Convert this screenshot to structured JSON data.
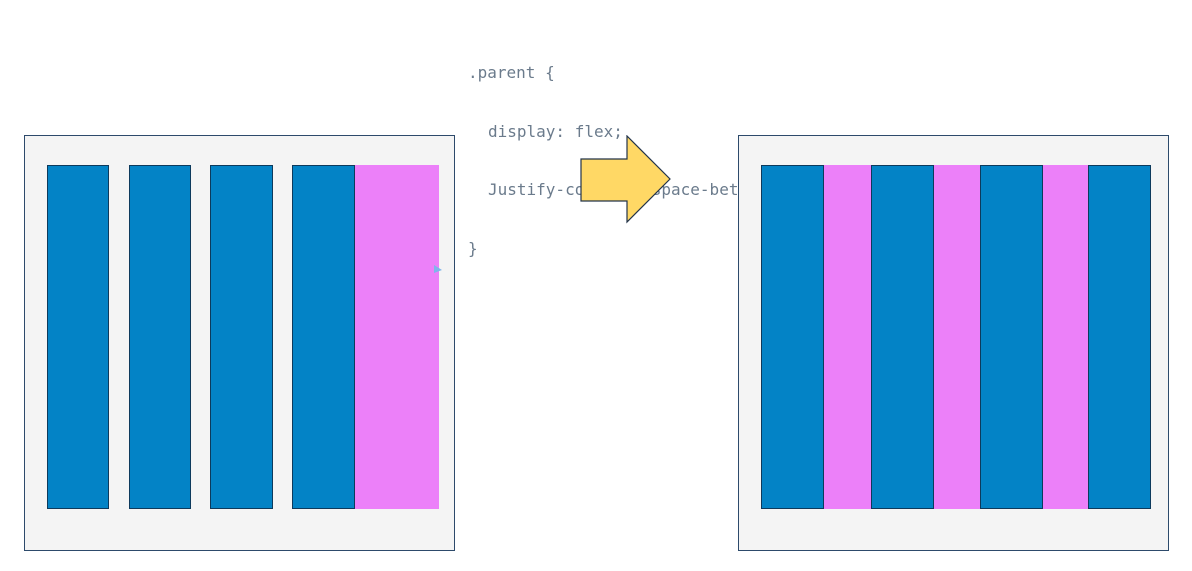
{
  "code_snippet": {
    "line1": ".parent {",
    "line2": "display: flex;",
    "line3": "Justify-content: space-between;",
    "line4": "}"
  },
  "colors": {
    "flex_item": "#0383c6",
    "free_space": "#ec80f9",
    "container_bg": "#f4f4f4",
    "arrow": "#ffd865"
  },
  "diagram": {
    "before": {
      "layout": "items packed at start, free space at end",
      "item_count": 4
    },
    "after": {
      "layout": "items spread with equal space between",
      "item_count": 4
    }
  },
  "icons": [
    "right-arrow-icon"
  ]
}
